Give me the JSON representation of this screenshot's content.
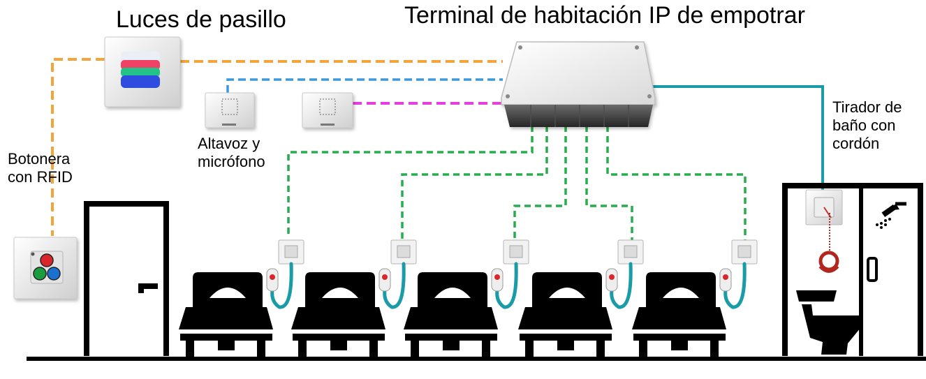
{
  "labels": {
    "hallway_lights": "Luces de pasillo",
    "room_terminal": "Terminal de habitación IP de empotrar",
    "bath_pull_line1": "Tirador de",
    "bath_pull_line2": "baño con",
    "bath_pull_line3": "cordón",
    "keypad_line1": "Botonera",
    "keypad_line2": "con RFID",
    "speaker_line1": "Altavoz y",
    "speaker_line2": "micrófono"
  },
  "bed_count": 5,
  "colors": {
    "hallway_light_cable": "#f2a53a",
    "speaker_cable": "#3d98dc",
    "device_cable": "#e83ee0",
    "bed_unit_cable": "#27ad4e",
    "pull_cord_cable": "#1a9ba8",
    "light_red": "#ef4265",
    "light_green": "#20c289",
    "light_blue": "#2f4de0",
    "keypad_red": "#d8262a",
    "keypad_green": "#1e9d3c",
    "keypad_blue": "#1f6fd0",
    "outline": "#000000"
  },
  "icons": {
    "terminal": "junction-box-icon",
    "hallway_light": "corridor-light-icon",
    "keypad": "rfid-keypad-icon",
    "speaker": "speaker-microphone-icon",
    "bed": "bed-icon",
    "call_button": "call-button-icon",
    "bed_socket": "wall-socket-icon",
    "pull_cord": "pull-cord-icon",
    "toilet": "toilet-icon",
    "shower": "shower-icon",
    "door": "door-icon"
  }
}
